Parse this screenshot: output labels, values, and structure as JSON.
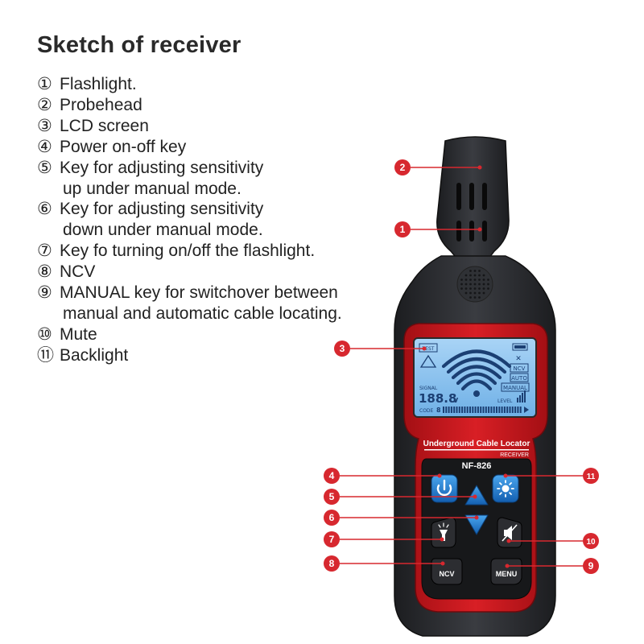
{
  "title": "Sketch of receiver",
  "legend": [
    {
      "num": "①",
      "lines": [
        "Flashlight."
      ]
    },
    {
      "num": "②",
      "lines": [
        "Probehead"
      ]
    },
    {
      "num": "③",
      "lines": [
        "LCD screen"
      ]
    },
    {
      "num": "④",
      "lines": [
        "Power on-off key"
      ]
    },
    {
      "num": "⑤",
      "lines": [
        "Key for adjusting sensitivity",
        "up under manual mode."
      ]
    },
    {
      "num": "⑥",
      "lines": [
        "Key for adjusting sensitivity",
        "down under manual mode."
      ]
    },
    {
      "num": "⑦",
      "lines": [
        "Key fo turning on/off the flashlight."
      ]
    },
    {
      "num": "⑧",
      "lines": [
        "NCV"
      ]
    },
    {
      "num": "⑨",
      "lines": [
        "MANUAL key for switchover between",
        "manual and automatic cable locating."
      ]
    },
    {
      "num": "⑩",
      "lines": [
        "Mute"
      ]
    },
    {
      "num": "⑪",
      "lines": [
        "Backlight"
      ]
    }
  ],
  "device": {
    "brand_line": "Underground Cable Locator",
    "sub_label": "RECEIVER",
    "model": "NF-826",
    "key_ncv": "NCV",
    "key_menu": "MENU",
    "lcd": {
      "test": "TEST",
      "ncv": "NCV",
      "auto": "AUTO",
      "manual": "MANUAL",
      "signal": "SIGNAL",
      "reading": "188.8",
      "unit": "V",
      "level": "LEVEL",
      "code": "CODE",
      "code_digit": "8"
    }
  },
  "callouts": [
    "1",
    "2",
    "3",
    "4",
    "5",
    "6",
    "7",
    "8",
    "9",
    "10",
    "11"
  ],
  "colors": {
    "callout": "#d7282f",
    "body_red": "#c4161c",
    "body_black": "#2b2d31",
    "lcd_blue": "#8fc3ee",
    "key_blue": "#1f7fd3"
  }
}
